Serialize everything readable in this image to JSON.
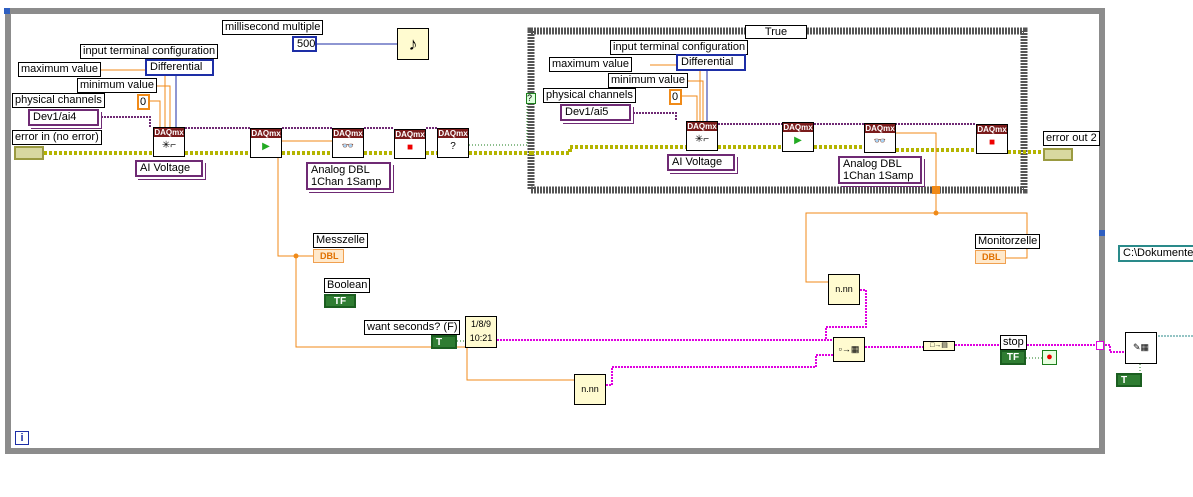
{
  "diagram": {
    "wait": {
      "label": "millisecond multiple",
      "value": "500",
      "icon": "metronome-icon"
    },
    "outer": {
      "input_terminal_label": "input terminal configuration",
      "input_terminal_value": "Differential",
      "max_label": "maximum value",
      "min_label": "minimum value",
      "min_value": "0",
      "channels_label": "physical channels",
      "channels_value": "Dev1/ai4",
      "error_in_label": "error in (no error)",
      "type_value": "AI Voltage",
      "read_mode": "Analog DBL\n1Chan 1Samp",
      "daq_label": "DAQmx"
    },
    "case": {
      "selector": "True",
      "input_terminal_label": "input terminal configuration",
      "input_terminal_value": "Differential",
      "max_label": "maximum value",
      "min_label": "minimum value",
      "min_value": "0",
      "channels_label": "physical channels",
      "channels_value": "Dev1/ai5",
      "type_value": "AI Voltage",
      "read_mode": "Analog DBL\n1Chan 1Samp",
      "tunnel": "?"
    },
    "error_out_label": "error out 2",
    "messzelle_label": "Messzelle",
    "monitorzelle_label": "Monitorzelle",
    "dbl": "DBL",
    "boolean_label": "Boolean",
    "tf": "TF",
    "t": "T",
    "want_seconds_label": "want seconds? (F)",
    "timestamp": {
      "date": "1/8/9",
      "time": "10:21"
    },
    "format_value": "n.nn",
    "stop_label": "stop",
    "path_value": "C:\\Dokumente",
    "iteration": "i",
    "colors": {
      "error_wire": "#b4b400",
      "dbl_wire": "#f08a18",
      "string_wire": "#e000e0",
      "task_wire": "#6f2a74",
      "enum_wire": "#1d2ea6",
      "bool_wire": "#1b7d1b",
      "loop_border": "#8c8c8c"
    }
  }
}
